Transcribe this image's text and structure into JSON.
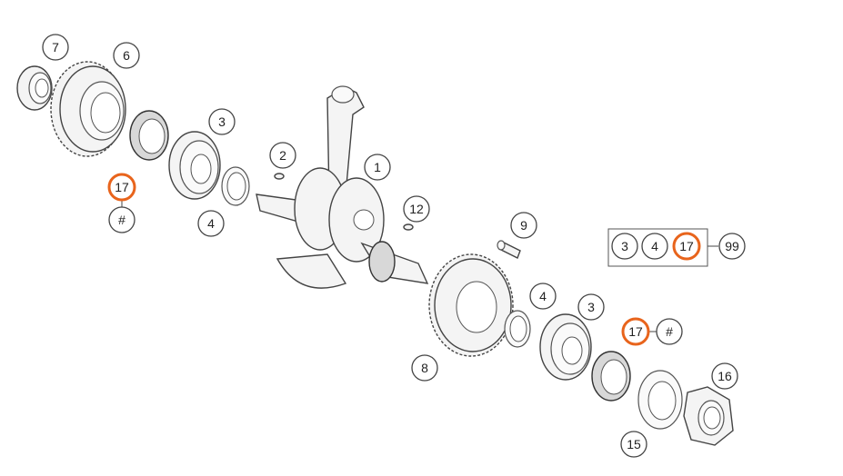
{
  "callouts": [
    {
      "id": "c7",
      "label": "7",
      "highlight": false
    },
    {
      "id": "c6",
      "label": "6",
      "highlight": false
    },
    {
      "id": "c3a",
      "label": "3",
      "highlight": false
    },
    {
      "id": "c2",
      "label": "2",
      "highlight": false
    },
    {
      "id": "c1",
      "label": "1",
      "highlight": false
    },
    {
      "id": "c17a",
      "label": "17",
      "highlight": true
    },
    {
      "id": "cHashA",
      "label": "#",
      "highlight": false
    },
    {
      "id": "c4a",
      "label": "4",
      "highlight": false
    },
    {
      "id": "c12",
      "label": "12",
      "highlight": false
    },
    {
      "id": "c9",
      "label": "9",
      "highlight": false
    },
    {
      "id": "cKit3",
      "label": "3",
      "highlight": false
    },
    {
      "id": "cKit4",
      "label": "4",
      "highlight": false
    },
    {
      "id": "cKit17",
      "label": "17",
      "highlight": true
    },
    {
      "id": "c99",
      "label": "99",
      "highlight": false
    },
    {
      "id": "c4b",
      "label": "4",
      "highlight": false
    },
    {
      "id": "c3b",
      "label": "3",
      "highlight": false
    },
    {
      "id": "c17b",
      "label": "17",
      "highlight": true
    },
    {
      "id": "cHashB",
      "label": "#",
      "highlight": false
    },
    {
      "id": "c8",
      "label": "8",
      "highlight": false
    },
    {
      "id": "c16",
      "label": "16",
      "highlight": false
    },
    {
      "id": "c15",
      "label": "15",
      "highlight": false
    }
  ],
  "colors": {
    "highlight": "#e8641c",
    "line": "#444444",
    "background": "#ffffff"
  }
}
